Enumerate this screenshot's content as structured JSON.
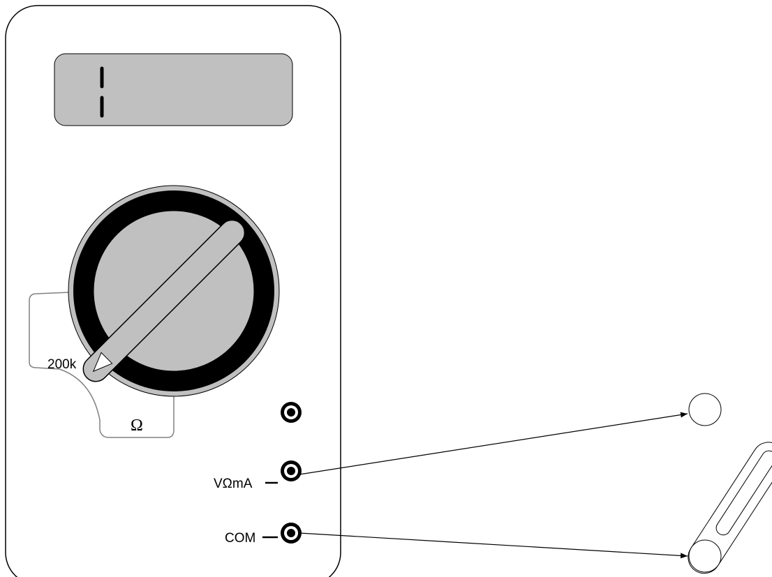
{
  "meter": {
    "display_reading": "1",
    "range_label": "200k",
    "section_label": "Ω",
    "jack_labels": {
      "volt_ohm_ma": "VΩmA",
      "common": "COM"
    }
  },
  "colors": {
    "outline": "#000000",
    "panel": "#c0c0c0",
    "range_box": "#808080",
    "background": "#ffffff"
  },
  "icons": [
    "dial-pointer-icon",
    "jack-icon",
    "probe-tip-icon",
    "paperclip-icon",
    "arrowhead-icon"
  ]
}
